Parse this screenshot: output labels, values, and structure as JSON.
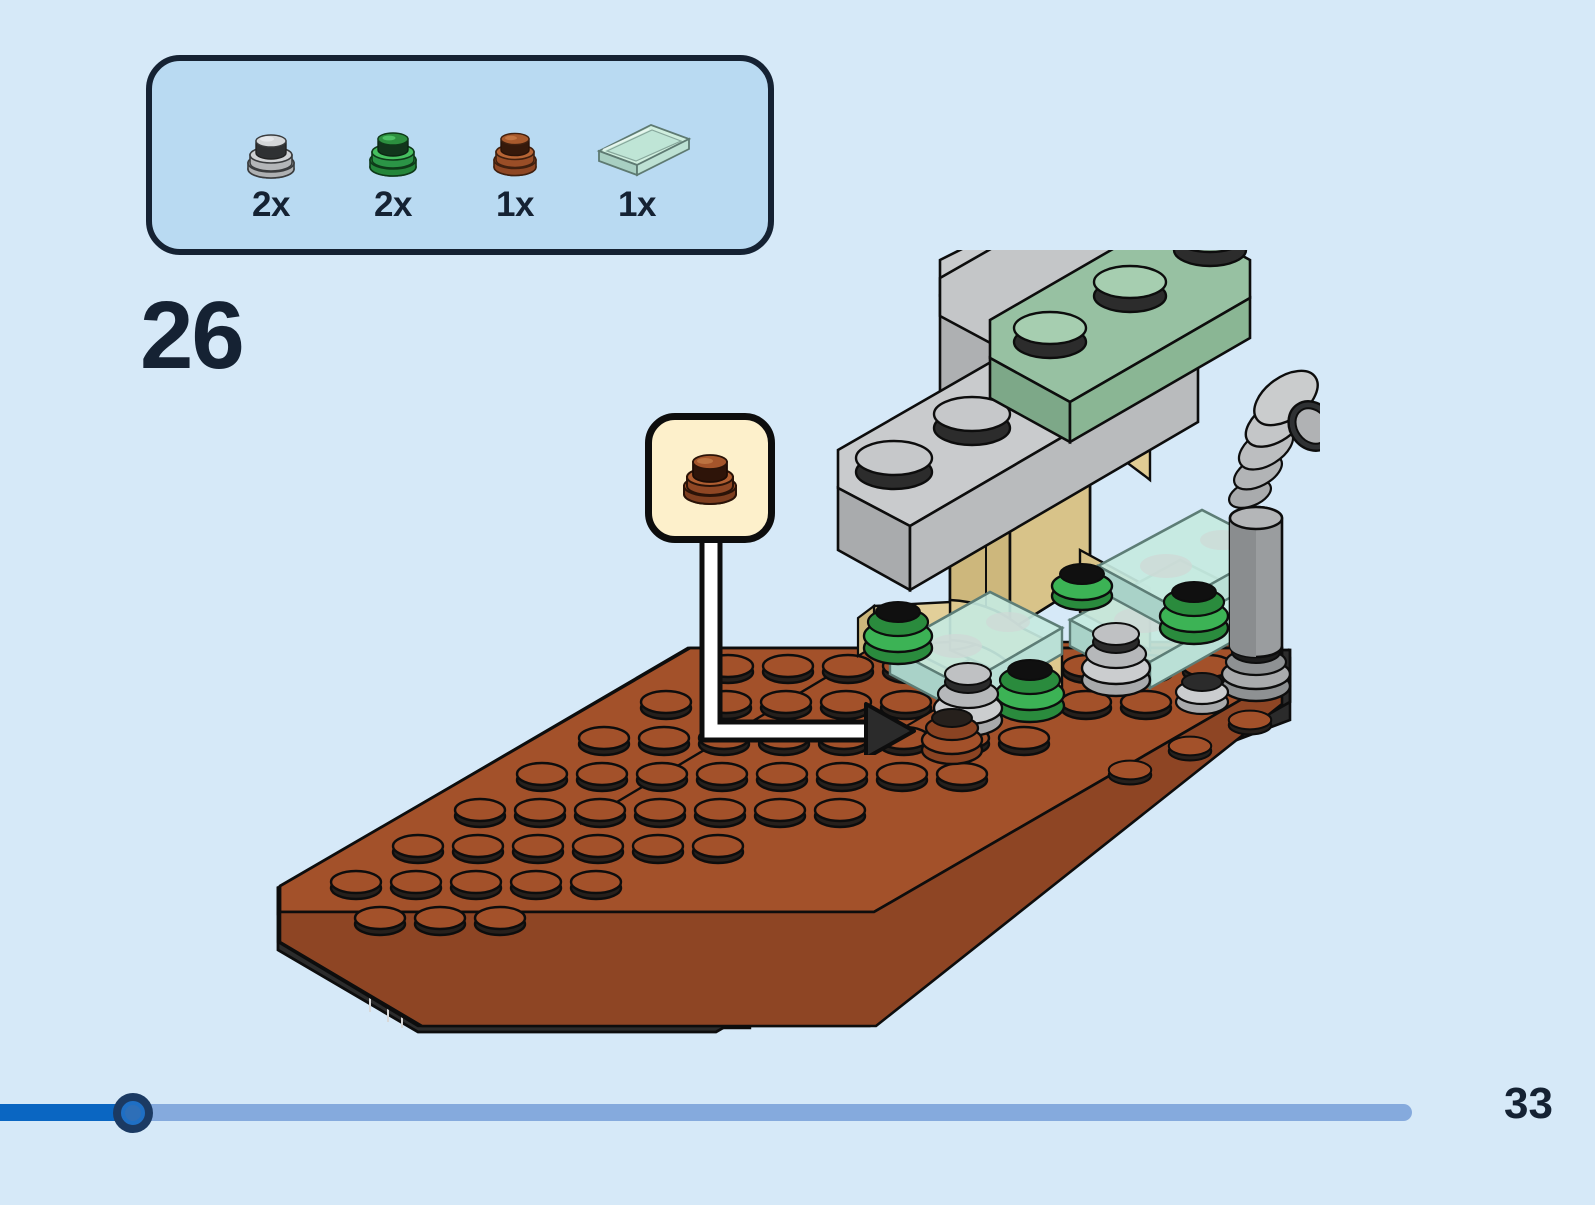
{
  "page": {
    "background_color": "#d6e9f8",
    "page_number": "33"
  },
  "parts_box": {
    "border_color": "#152233",
    "fill_color": "#b9daf2",
    "parts": [
      {
        "name": "round-plate-1x1-light-gray",
        "quantity": "2x",
        "color": "#b4b6b8"
      },
      {
        "name": "round-plate-1x1-green",
        "quantity": "2x",
        "color": "#2e9d43"
      },
      {
        "name": "round-plate-1x1-brown",
        "quantity": "1x",
        "color": "#a5562b"
      },
      {
        "name": "tile-1x2-transparent-light-green",
        "quantity": "1x",
        "color": "#cfeede"
      }
    ]
  },
  "step": {
    "number": "26"
  },
  "detail_callout": {
    "background_color": "#fdf0cb",
    "border_color": "#0d0d0d",
    "part_name": "round-plate-1x1-brown",
    "part_color": "#a5562b"
  },
  "progress": {
    "fill_color": "#0a66c2",
    "track_color": "#85aadd",
    "knob_color": "#1b3a63",
    "percent": 9
  },
  "build": {
    "title": "LEGO step 26 assembly",
    "colors": {
      "reddish_brown": "#a3512a",
      "reddish_brown_dark": "#8a4322",
      "black": "#2b2b2b",
      "black_dark": "#1a1a1a",
      "tan": "#e0cc94",
      "tan_dark": "#c9b478",
      "light_gray": "#c9cbcd",
      "light_gray_dark": "#a8aaad",
      "sand_green": "#97c1a2",
      "sand_green_dark": "#7da888",
      "trans_light_green": "#c6e9e0",
      "green": "#37a04a",
      "dark_gray": "#8e9193",
      "outline": "#0d0d0d"
    }
  }
}
